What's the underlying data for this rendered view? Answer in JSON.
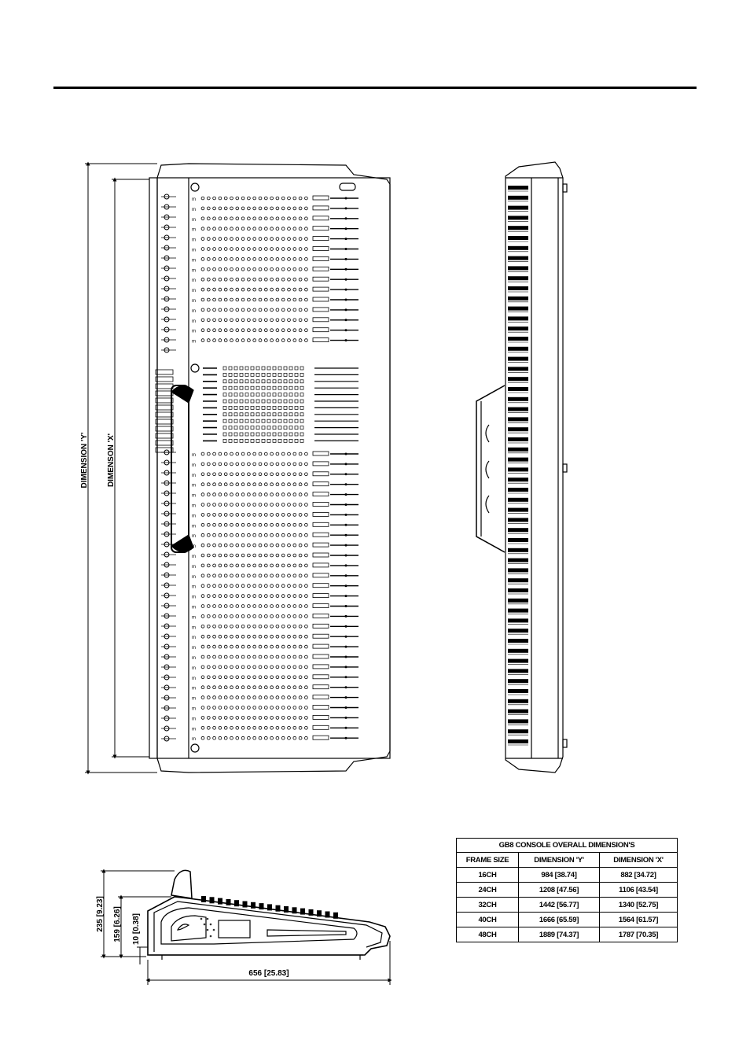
{
  "labels": {
    "dimension_y": "DIMENSION 'Y'",
    "dimension_x": "DIMENSON 'X'",
    "height_total": "235 [9.23]",
    "height_mid": "159 [6.26]",
    "height_foot": "10 [0.38]",
    "depth": "656 [25.83]"
  },
  "table": {
    "title": "GB8 CONSOLE OVERALL DIMENSION'S",
    "headers": [
      "FRAME SIZE",
      "DIMENSION 'Y'",
      "DIMENSION 'X'"
    ],
    "rows": [
      [
        "16CH",
        "984 [38.74]",
        "882 [34.72]"
      ],
      [
        "24CH",
        "1208 [47.56]",
        "1106 [43.54]"
      ],
      [
        "32CH",
        "1442 [56.77]",
        "1340 [52.75]"
      ],
      [
        "40CH",
        "1666 [65.59]",
        "1564 [61.57]"
      ],
      [
        "48CH",
        "1889 [74.37]",
        "1787 [70.35]"
      ]
    ]
  }
}
